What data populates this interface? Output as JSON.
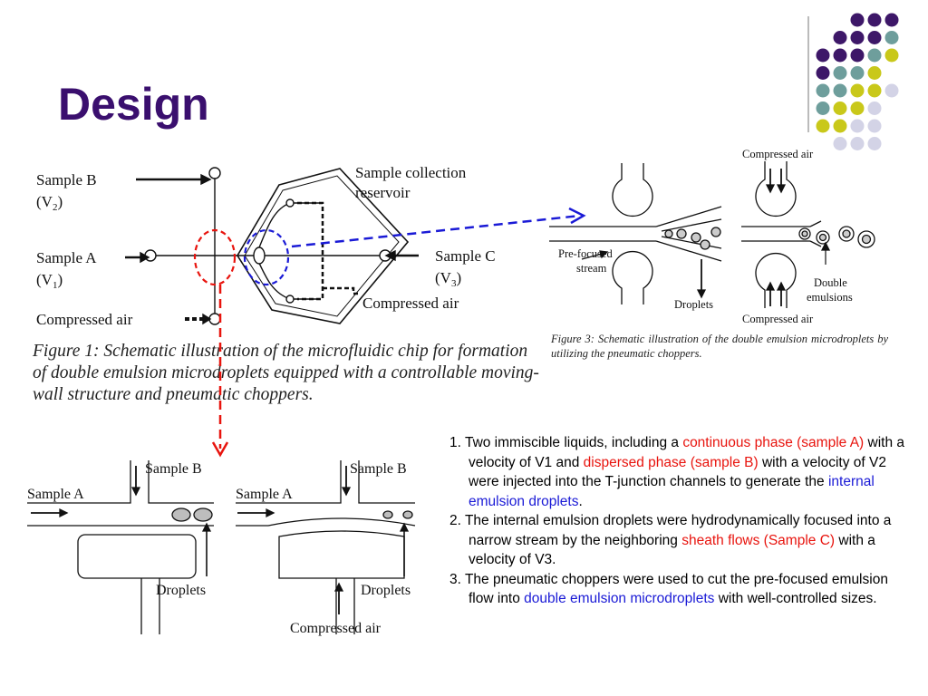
{
  "slide": {
    "title": "Design"
  },
  "figure1": {
    "sample_b": "Sample B",
    "v2": "(V",
    "v2_sub": "2",
    "v2_end": ")",
    "sample_a": "Sample A",
    "v1": "(V",
    "v1_sub": "1",
    "v1_end": ")",
    "compressed_air": "Compressed air",
    "sample_collection_1": "Sample collection",
    "sample_collection_2": "reservoir",
    "sample_c": "Sample C",
    "v3": "(V",
    "v3_sub": "3",
    "v3_end": ")",
    "compressed_air_2": "Compressed air",
    "caption": "Figure 1: Schematic illustration of the microfluidic chip for formation of double emulsion microdroplets equipped with a controllable moving-wall structure and pneumatic choppers."
  },
  "figure3": {
    "compressed_air_top": "Compressed air",
    "prefocused_1": "Pre-focused",
    "prefocused_2": "stream",
    "droplets": "Droplets",
    "double_1": "Double",
    "double_2": "emulsions",
    "compressed_air_bottom": "Compressed air",
    "caption": "Figure 3: Schematic illustration of the double emulsion microdroplets by utilizing the pneumatic choppers."
  },
  "figure2": {
    "left_sample_a": "Sample A",
    "left_sample_b": "Sample B",
    "left_droplets": "Droplets",
    "right_sample_a": "Sample A",
    "right_sample_b": "Sample B",
    "right_droplets": "Droplets",
    "compressed_air": "Compressed air"
  },
  "points": {
    "p1": {
      "a": "1. Two immiscible liquids, including a ",
      "b": "continuous phase (sample A)",
      "c": " with a velocity of V1 and ",
      "d": "dispersed phase (sample B)",
      "e": " with a velocity of V2 were injected into the T-junction channels to generate the ",
      "f": "internal emulsion droplets",
      "g": "."
    },
    "p2": {
      "a": "2. The internal emulsion droplets were hydrodynamically focused into a narrow stream by the neighboring ",
      "b": "sheath flows (Sample C)",
      "c": " with a velocity of V3."
    },
    "p3": {
      "a": "3. The pneumatic choppers were used to cut the pre-focused emulsion flow into ",
      "b": "double emulsion microdroplets",
      "c": " with well-controlled sizes."
    }
  },
  "colors": {
    "title": "#3a0f6e",
    "dot_purple": "#3d1768",
    "dot_teal": "#6e9e9c",
    "dot_yellow": "#c9c81a",
    "dot_lavender": "#d3d3e6",
    "highlight_red": "#e8140e",
    "highlight_blue": "#1a1ad6"
  }
}
